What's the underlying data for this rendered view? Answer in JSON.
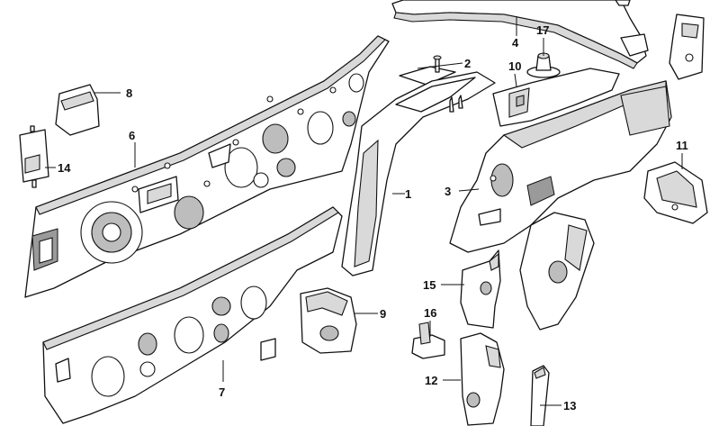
{
  "diagram": {
    "callouts": [
      {
        "id": "1",
        "text": "1"
      },
      {
        "id": "2",
        "text": "2"
      },
      {
        "id": "3",
        "text": "3"
      },
      {
        "id": "4",
        "text": "4"
      },
      {
        "id": "6",
        "text": "6"
      },
      {
        "id": "7",
        "text": "7"
      },
      {
        "id": "8",
        "text": "8"
      },
      {
        "id": "9",
        "text": "9"
      },
      {
        "id": "10",
        "text": "10"
      },
      {
        "id": "11",
        "text": "11"
      },
      {
        "id": "12",
        "text": "12"
      },
      {
        "id": "13",
        "text": "13"
      },
      {
        "id": "14",
        "text": "14"
      },
      {
        "id": "15",
        "text": "15"
      },
      {
        "id": "16",
        "text": "16"
      },
      {
        "id": "17",
        "text": "17"
      }
    ]
  }
}
